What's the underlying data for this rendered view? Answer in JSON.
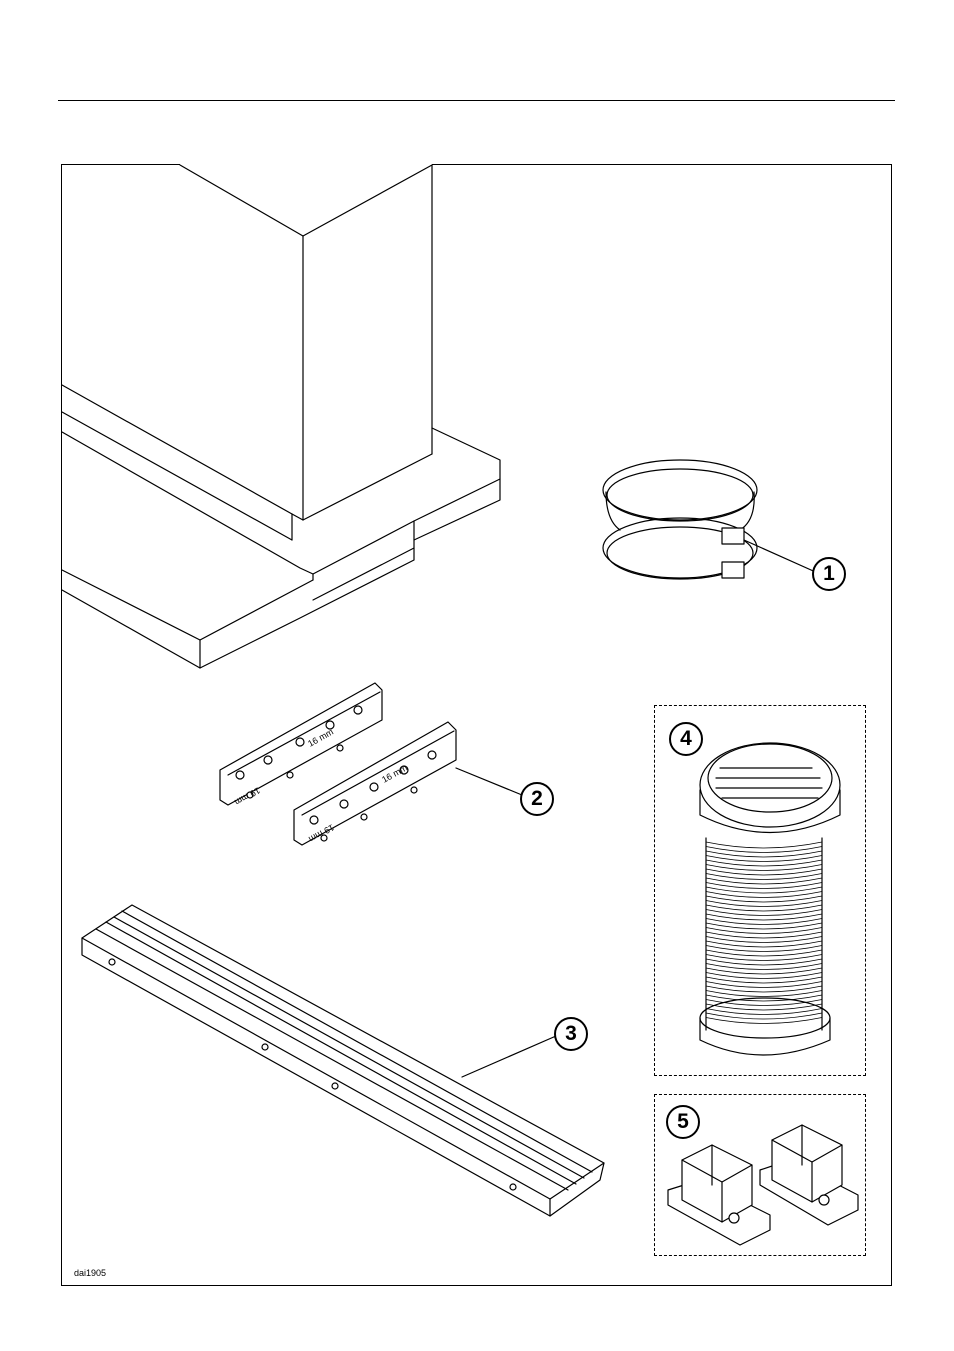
{
  "figure": {
    "doc_code": "dai1905",
    "callouts": {
      "c1": "1",
      "c2": "2",
      "c3": "3",
      "c4": "4",
      "c5": "5"
    },
    "bracket_labels": {
      "a": "16 mm",
      "b": "19 mm"
    },
    "line_color": "#000000",
    "background": "#ffffff"
  }
}
